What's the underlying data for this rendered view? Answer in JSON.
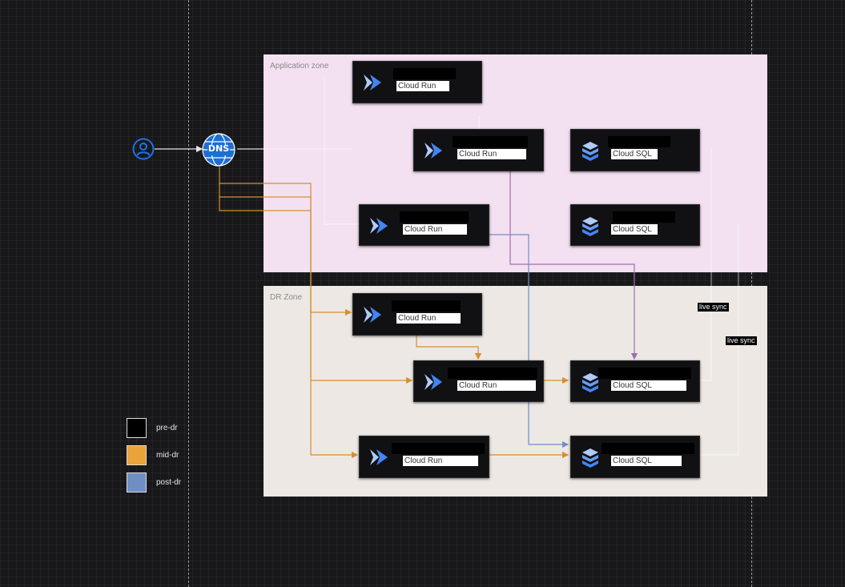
{
  "zones": {
    "application": {
      "label": "Application zone",
      "fill": "#f3e0f1"
    },
    "dr": {
      "label": "DR Zone",
      "fill": "#ede8e4"
    }
  },
  "nodes": {
    "app_run_1": {
      "caption": "Cloud Run",
      "icon": "cloud-run-icon"
    },
    "app_run_2": {
      "caption": "Cloud Run",
      "icon": "cloud-run-icon"
    },
    "app_run_3": {
      "caption": "Cloud Run",
      "icon": "cloud-run-icon"
    },
    "app_sql_1": {
      "caption": "Cloud SQL",
      "icon": "cloud-sql-icon"
    },
    "app_sql_2": {
      "caption": "Cloud SQL",
      "icon": "cloud-sql-icon"
    },
    "dr_run_1": {
      "caption": "Cloud Run",
      "icon": "cloud-run-icon"
    },
    "dr_run_2": {
      "caption": "Cloud Run",
      "icon": "cloud-run-icon"
    },
    "dr_run_3": {
      "caption": "Cloud Run",
      "icon": "cloud-run-icon"
    },
    "dr_sql_1": {
      "caption": "Cloud SQL",
      "icon": "cloud-sql-icon"
    },
    "dr_sql_2": {
      "caption": "Cloud SQL",
      "icon": "cloud-sql-icon"
    }
  },
  "dns": {
    "label": "DNS",
    "icon": "dns-globe-icon"
  },
  "user": {
    "icon": "user-icon"
  },
  "tags": {
    "live_sync_1": "live sync",
    "live_sync_2": "live sync"
  },
  "legend": [
    {
      "label": "pre-dr",
      "color": "#000000"
    },
    {
      "label": "mid-dr",
      "color": "#e8a33a"
    },
    {
      "label": "post-dr",
      "color": "#6f8fc4"
    }
  ],
  "colors": {
    "mid_dr_line": "#d68f2e",
    "post_dr_line": "#6f8fc4",
    "purple_line": "#9b70b0",
    "accent_blue": "#1a73e8"
  }
}
